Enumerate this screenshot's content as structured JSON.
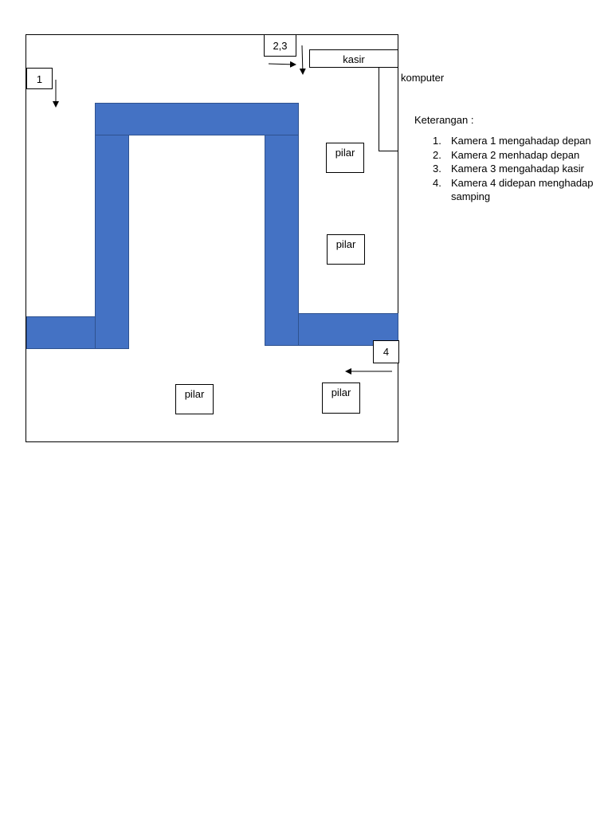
{
  "camera_1": "1",
  "camera_2_3": "2,3",
  "camera_4": "4",
  "kasir": "kasir",
  "komputer": "komputer",
  "pilar": "pilar",
  "legend": {
    "title": "Keterangan :",
    "items": [
      {
        "num": "1.",
        "text": "Kamera 1 mengahadap depan"
      },
      {
        "num": "2.",
        "text": "Kamera 2 menhadap depan"
      },
      {
        "num": "3.",
        "text": "Kamera 3 mengahadap kasir"
      },
      {
        "num": "4.",
        "text": "Kamera 4 didepan menghadap samping"
      }
    ]
  },
  "colors": {
    "shelf": "#4472c4",
    "shelf_border": "#2f528f"
  }
}
